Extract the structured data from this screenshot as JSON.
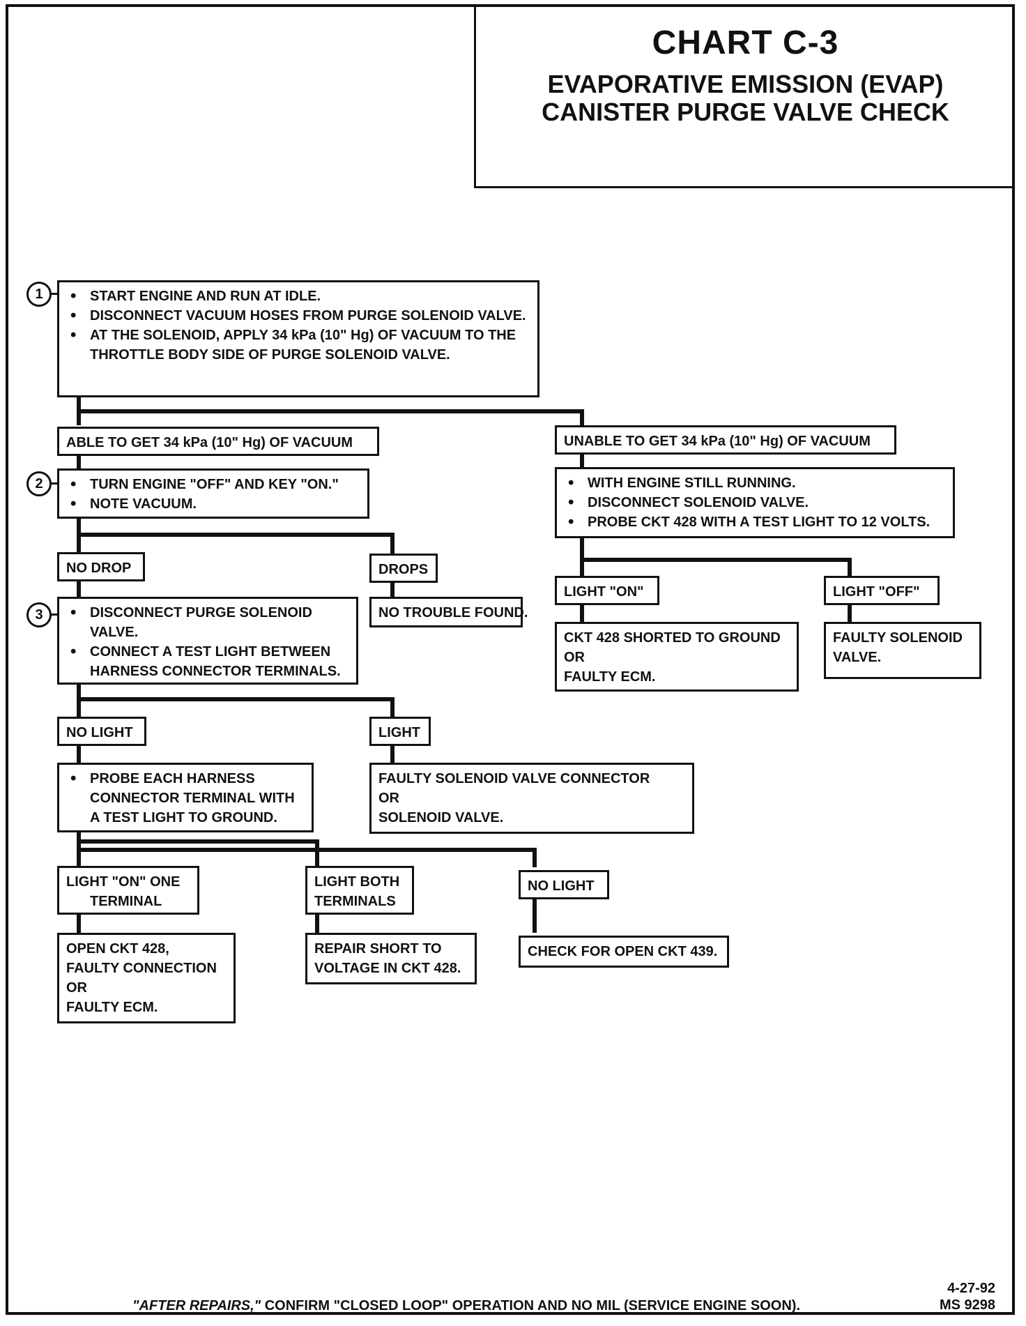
{
  "header": {
    "title": "CHART C-3",
    "subtitle_line1": "EVAPORATIVE EMISSION (EVAP)",
    "subtitle_line2": "CANISTER PURGE VALVE CHECK"
  },
  "steps": {
    "step1": {
      "number": "1",
      "bullets": [
        "START ENGINE AND RUN AT IDLE.",
        "DISCONNECT VACUUM HOSES FROM PURGE SOLENOID VALVE.",
        "AT THE SOLENOID, APPLY 34 kPa (10\" Hg) OF VACUUM TO THE THROTTLE BODY SIDE OF PURGE SOLENOID VALVE."
      ]
    },
    "able_label": "ABLE TO GET 34 kPa (10\" Hg) OF VACUUM",
    "unable_label": "UNABLE TO GET 34 kPa (10\" Hg) OF VACUUM",
    "step2": {
      "number": "2",
      "bullets": [
        "TURN ENGINE \"OFF\" AND KEY \"ON.\"",
        "NOTE VACUUM."
      ]
    },
    "unable_action": {
      "bullets": [
        "WITH ENGINE STILL RUNNING.",
        "DISCONNECT SOLENOID VALVE.",
        "PROBE CKT 428 WITH A TEST LIGHT TO 12 VOLTS."
      ]
    },
    "no_drop_label": "NO DROP",
    "drops_label": "DROPS",
    "no_trouble": "NO TROUBLE FOUND.",
    "light_on_label": "LIGHT \"ON\"",
    "light_off_label": "LIGHT \"OFF\"",
    "ckt428_result": [
      "CKT 428 SHORTED TO GROUND",
      "OR",
      "FAULTY ECM."
    ],
    "faulty_solenoid": [
      "FAULTY SOLENOID",
      "VALVE."
    ],
    "step3": {
      "number": "3",
      "bullets": [
        "DISCONNECT PURGE SOLENOID VALVE.",
        "CONNECT A TEST LIGHT BETWEEN HARNESS CONNECTOR TERMINALS."
      ]
    },
    "no_light_label": "NO LIGHT",
    "light_label": "LIGHT",
    "probe_action": {
      "bullets": [
        "PROBE EACH HARNESS CONNECTOR TERMINAL WITH A TEST LIGHT TO GROUND."
      ]
    },
    "faulty_connector": [
      "FAULTY SOLENOID VALVE CONNECTOR",
      "OR",
      "SOLENOID VALVE."
    ],
    "light_one_label": [
      "LIGHT \"ON\" ONE",
      "TERMINAL"
    ],
    "light_both_label": [
      "LIGHT BOTH",
      "TERMINALS"
    ],
    "no_light2_label": "NO LIGHT",
    "open_ckt_result": [
      "OPEN CKT 428,",
      "FAULTY CONNECTION",
      "OR",
      "FAULTY ECM."
    ],
    "repair_short": [
      "REPAIR SHORT TO",
      "VOLTAGE IN CKT 428."
    ],
    "check_open": "CHECK FOR OPEN CKT 439."
  },
  "footer": {
    "italic": "\"AFTER REPAIRS,\"",
    "text": " CONFIRM \"CLOSED LOOP\" OPERATION AND NO MIL (SERVICE ENGINE SOON).",
    "date": "4-27-92",
    "code": "MS 9298"
  }
}
